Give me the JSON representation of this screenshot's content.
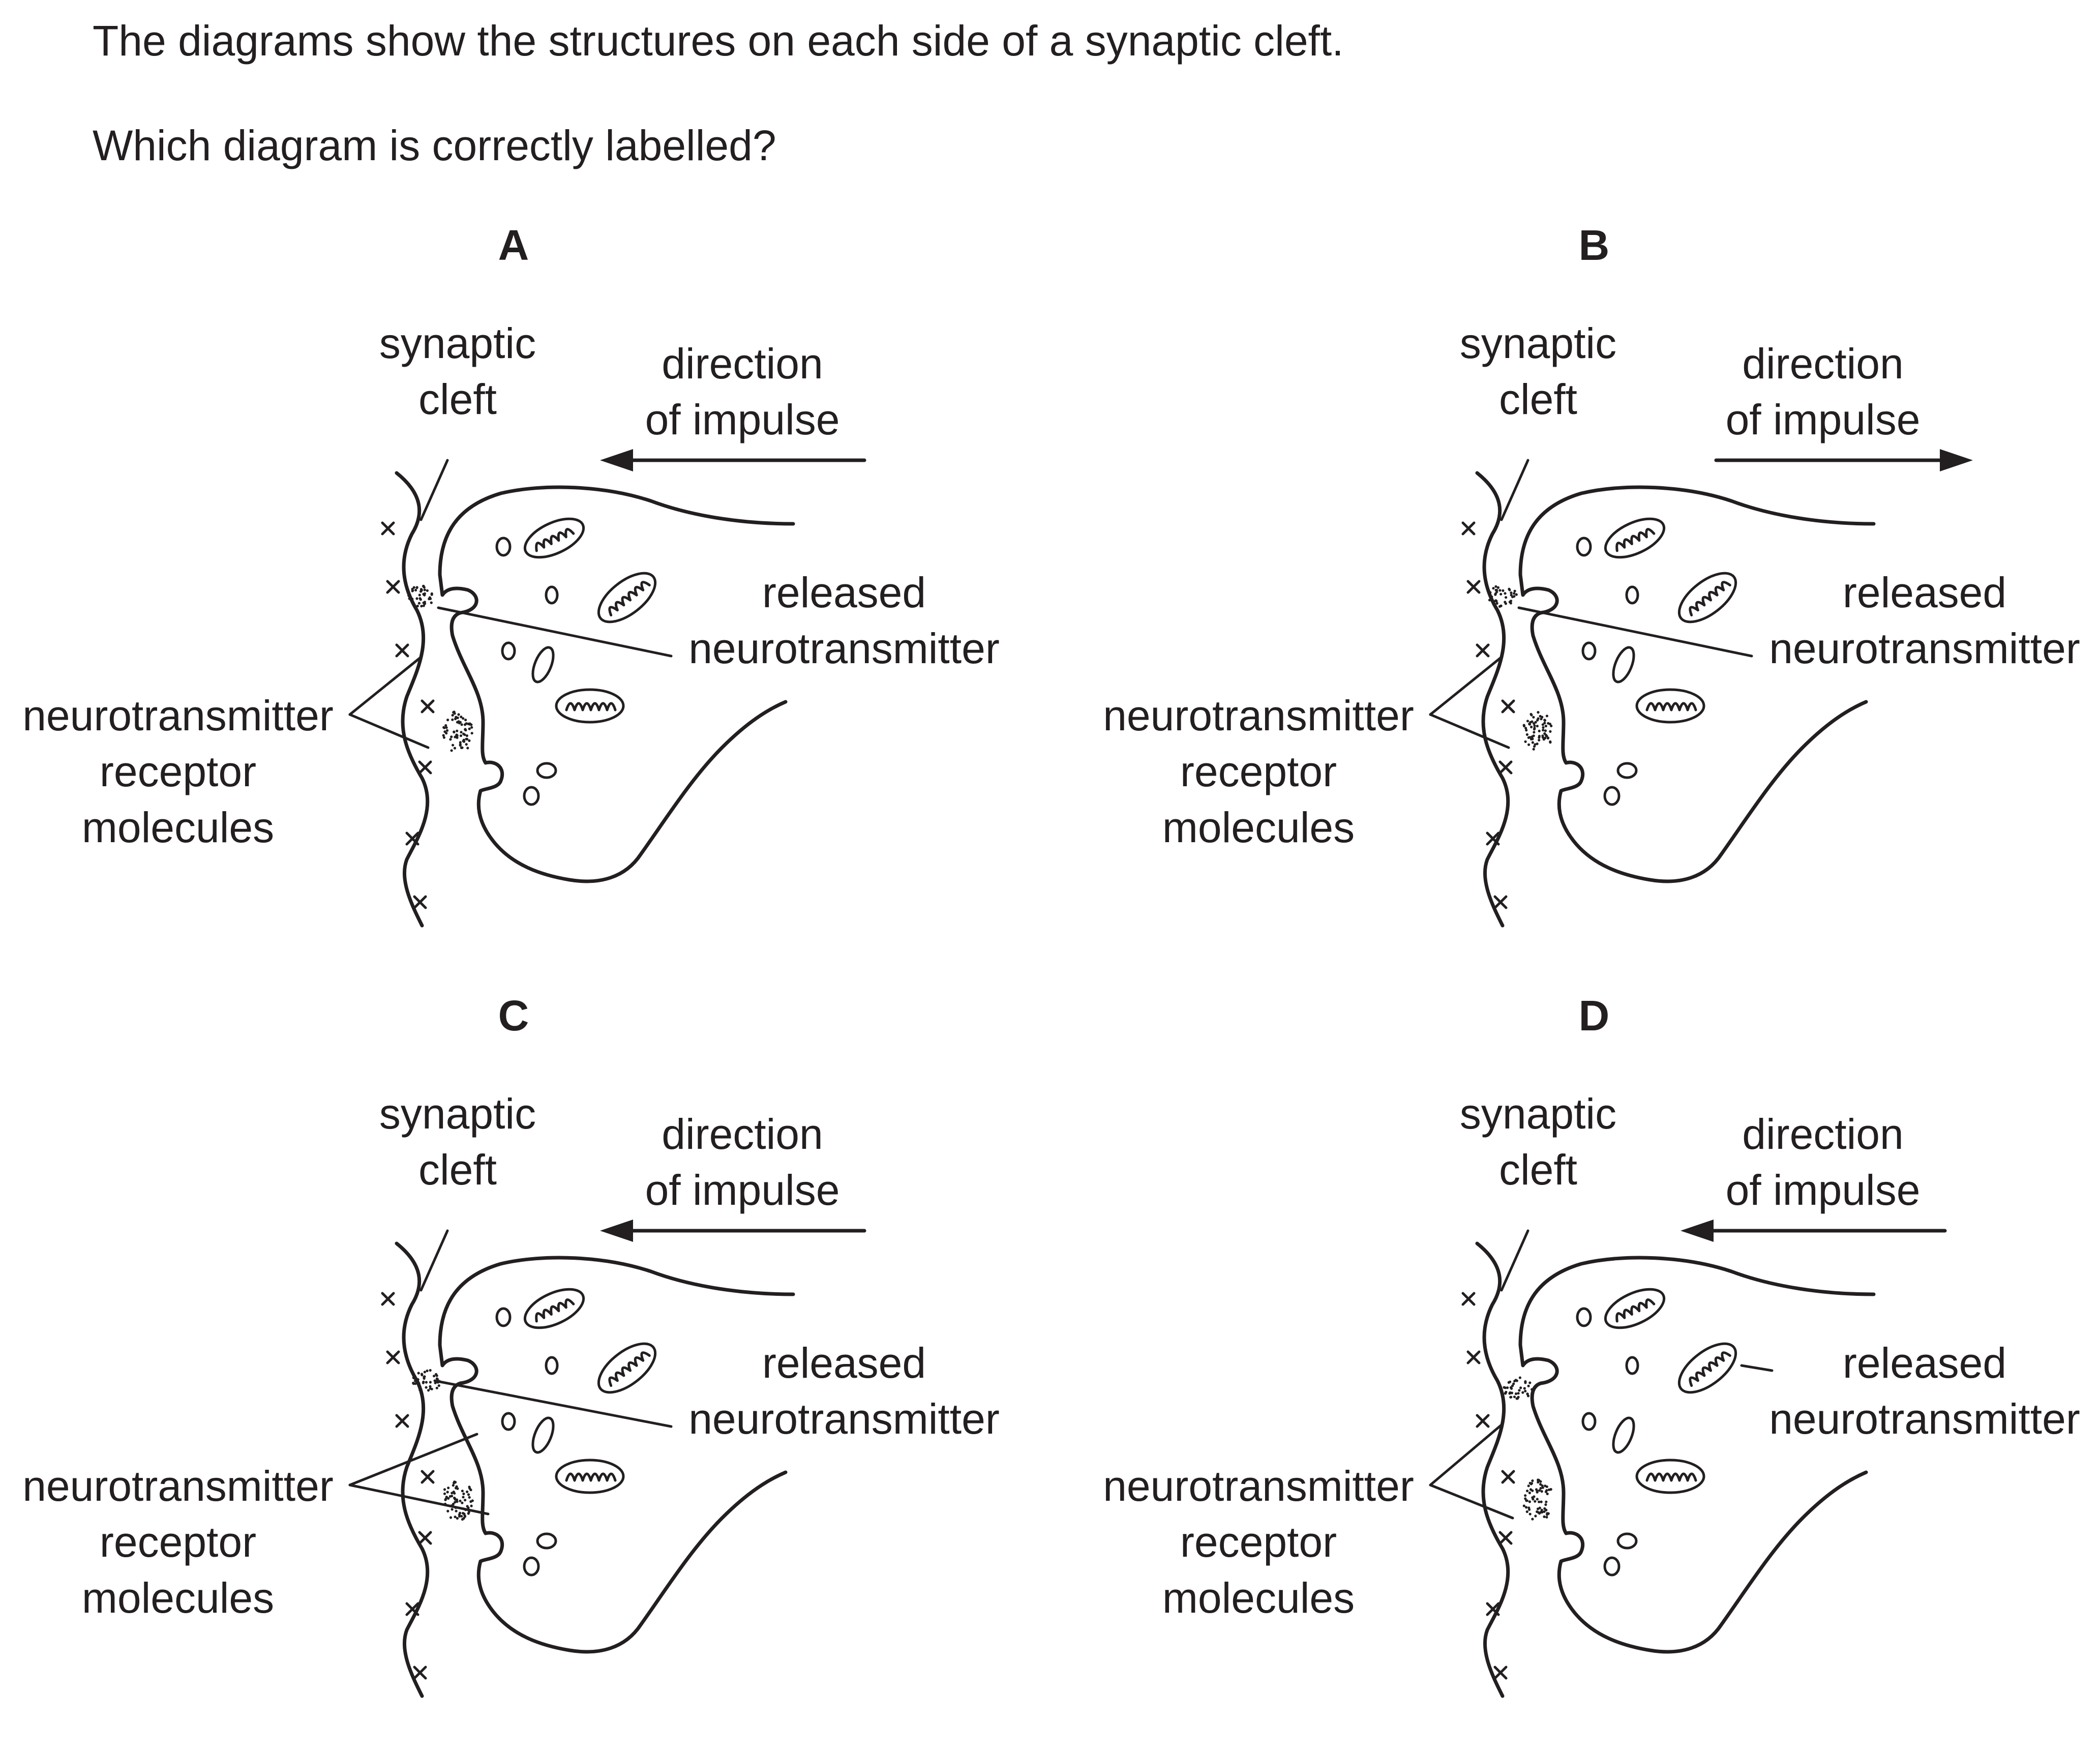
{
  "question": {
    "line1": "The diagrams show the structures on each side of a synaptic cleft.",
    "line2": "Which diagram is correctly labelled?"
  },
  "labels": {
    "synaptic_cleft_1": "synaptic",
    "synaptic_cleft_2": "cleft",
    "direction_1": "direction",
    "direction_2": "of impulse",
    "released_1": "released",
    "released_2": "neurotransmitter",
    "receptor_1": "neurotransmitter",
    "receptor_2": "receptor",
    "receptor_3": "molecules"
  },
  "options": [
    {
      "letter": "A",
      "arrow_direction": "left"
    },
    {
      "letter": "B",
      "arrow_direction": "right"
    },
    {
      "letter": "C",
      "arrow_direction": "left"
    },
    {
      "letter": "D",
      "arrow_direction": "left"
    }
  ]
}
